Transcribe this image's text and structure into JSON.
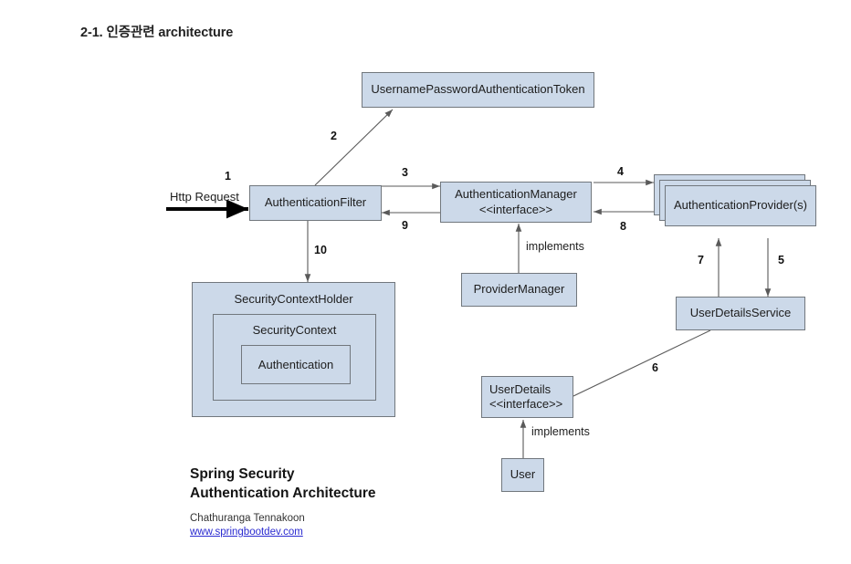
{
  "slide": {
    "title": "2-1. 인증관련 architecture"
  },
  "diagram": {
    "nodes": {
      "token": {
        "label": "UsernamePasswordAuthenticationToken"
      },
      "auth_filter": {
        "label": "AuthenticationFilter"
      },
      "auth_manager": {
        "line1": "AuthenticationManager",
        "line2": "<<interface>>"
      },
      "auth_provider": {
        "label": "AuthenticationProvider(s)"
      },
      "provider_manager": {
        "label": "ProviderManager"
      },
      "user_details_service": {
        "label": "UserDetailsService"
      },
      "user_details": {
        "line1": "UserDetails",
        "line2": "<<interface>>"
      },
      "user": {
        "label": "User"
      },
      "security_context_holder": {
        "label": "SecurityContextHolder"
      },
      "security_context": {
        "label": "SecurityContext"
      },
      "authentication": {
        "label": "Authentication"
      }
    },
    "edge_labels": {
      "e1": "1",
      "e2": "2",
      "e3": "3",
      "e4": "4",
      "e5": "5",
      "e6": "6",
      "e7": "7",
      "e8": "8",
      "e9": "9",
      "e10": "10"
    },
    "text_labels": {
      "http_request": "Http Request",
      "implements_manager": "implements",
      "implements_user": "implements"
    },
    "colors": {
      "node_fill": "#ccd9e9",
      "node_border": "#71777d",
      "edge_stroke": "#5a5a5a",
      "strong_arrow": "#000000",
      "link": "#2a2ad0"
    }
  },
  "caption": {
    "title_line1": "Spring Security",
    "title_line2": "Authentication Architecture",
    "author": "Chathuranga Tennakoon",
    "link": "www.springbootdev.com"
  }
}
